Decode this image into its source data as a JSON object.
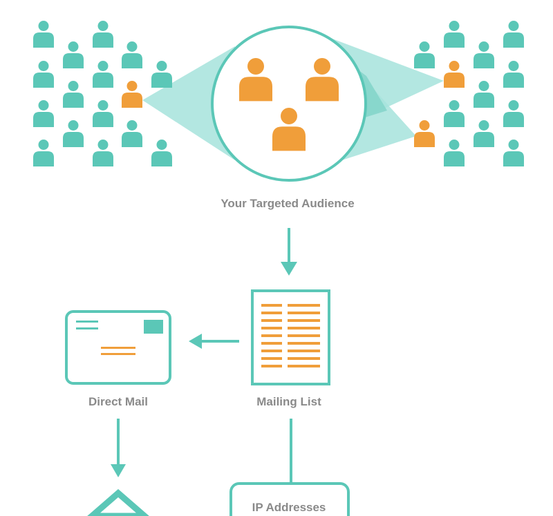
{
  "colors": {
    "teal": "#5bc7b7",
    "teal_light": "#a6e3dc",
    "teal_mid": "#7fd3c8",
    "orange": "#f09e3a",
    "label_gray": "#8a8a8a",
    "background": "#ffffff"
  },
  "icons": {
    "person": "person-icon",
    "envelope": "envelope-icon",
    "document": "document-list-icon",
    "arrow": "arrow-icon",
    "house": "house-roof-icon"
  },
  "labels": {
    "audience": "Your Targeted Audience",
    "mailing_list": "Mailing List",
    "direct_mail": "Direct Mail",
    "ip_addresses": "IP Addresses"
  }
}
